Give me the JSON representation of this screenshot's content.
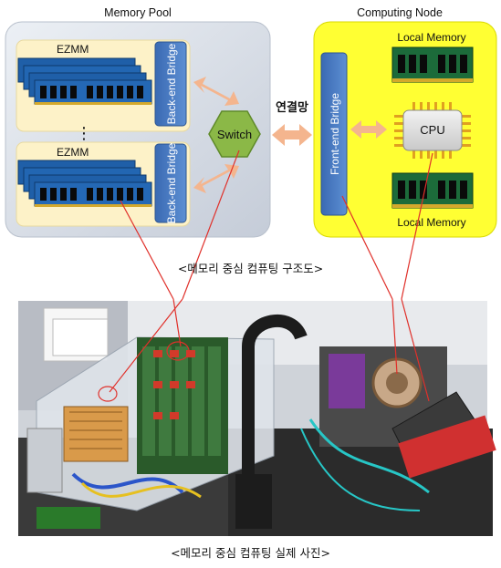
{
  "diagram": {
    "memory_pool_title": "Memory Pool",
    "computing_node_title": "Computing Node",
    "ezmm_label_top": "EZMM",
    "ezmm_label_bottom": "EZMM",
    "backend_bridge_label": "Back-end Bridge",
    "ellipsis": "⋮",
    "switch_label": "Switch",
    "network_label": "연결망",
    "frontend_bridge_label": "Front-end Bridge",
    "cpu_label": "CPU",
    "local_memory_top": "Local Memory",
    "local_memory_bottom": "Local Memory",
    "colors": {
      "pool_bg": "#d6dce6",
      "node_bg": "#ffff33",
      "ezmm_bg": "#fdf2c8",
      "bridge_blue": "#4a7cc4",
      "switch_green": "#8bb847",
      "arrow_peach": "#f4b58e",
      "dimm_blue": "#1f5fa8",
      "dimm_green": "#1c6b3a",
      "line_red": "#e0302a"
    }
  },
  "captions": {
    "structure": "<메모리 중심 컴퓨팅 구조도>",
    "photo": "<메모리 중심 컴퓨팅 실제 사진>"
  }
}
